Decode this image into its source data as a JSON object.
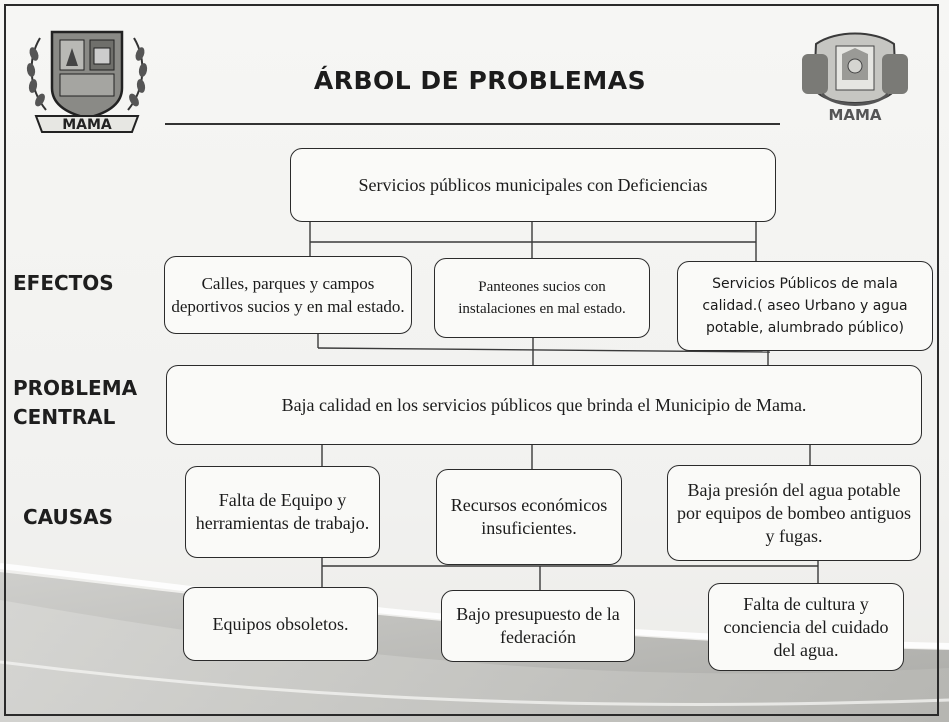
{
  "header": {
    "title": "ÁRBOL DE PROBLEMAS"
  },
  "logos": {
    "left_text": "MAMA",
    "right_text": "MAMA"
  },
  "sections": {
    "efectos": "EFECTOS",
    "problema_line1": "PROBLEMA",
    "problema_line2": "CENTRAL",
    "causas": "CAUSAS"
  },
  "top_effect": "Servicios públicos municipales con Deficiencias",
  "effects": [
    "Calles, parques y campos deportivos sucios y en mal estado.",
    "Panteones sucios con instalaciones en mal estado.",
    "Servicios Públicos de mala calidad.( aseo Urbano y agua potable, alumbrado público)"
  ],
  "central_problem": "Baja calidad en los servicios públicos que brinda el Municipio de  Mama.",
  "causes": [
    "Falta de Equipo y herramientas de trabajo.",
    "Recursos económicos insuficientes.",
    "Baja presión del agua potable por equipos de bombeo antiguos y fugas."
  ],
  "root_causes": [
    "Equipos obsoletos.",
    "Bajo presupuesto de la federación",
    "Falta de cultura y conciencia del cuidado del agua."
  ]
}
